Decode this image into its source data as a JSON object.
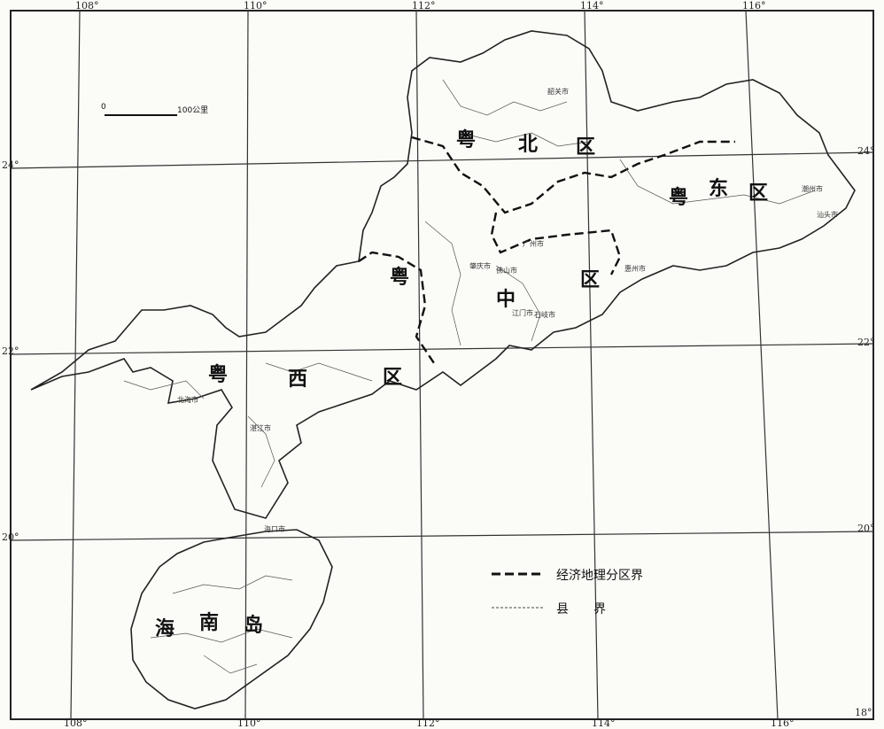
{
  "scale_bar": {
    "start": "0",
    "end": "100公里"
  },
  "longitudes": [
    "108°",
    "110°",
    "112°",
    "114°",
    "116°"
  ],
  "latitudes": [
    "24°",
    "22°",
    "20°",
    "18°"
  ],
  "regions": {
    "north": [
      "粤",
      "北",
      "区"
    ],
    "east": [
      "粤",
      "东",
      "区"
    ],
    "central": [
      "粤",
      "中",
      "区"
    ],
    "west": [
      "粤",
      "西",
      "区"
    ],
    "hainan": [
      "海",
      "南",
      "岛"
    ]
  },
  "cities": [
    "广州市",
    "韶关市",
    "汕头市",
    "湛江市",
    "海口市",
    "佛山市",
    "肇庆市",
    "北海市",
    "江门市",
    "石岐市",
    "惠州市",
    "潮州市"
  ],
  "legend": {
    "boundary_region": "经济地理分区界",
    "boundary_county": "县　　界"
  },
  "colors": {
    "ink": "#1a1a1a",
    "paper": "#fbfbf8"
  }
}
